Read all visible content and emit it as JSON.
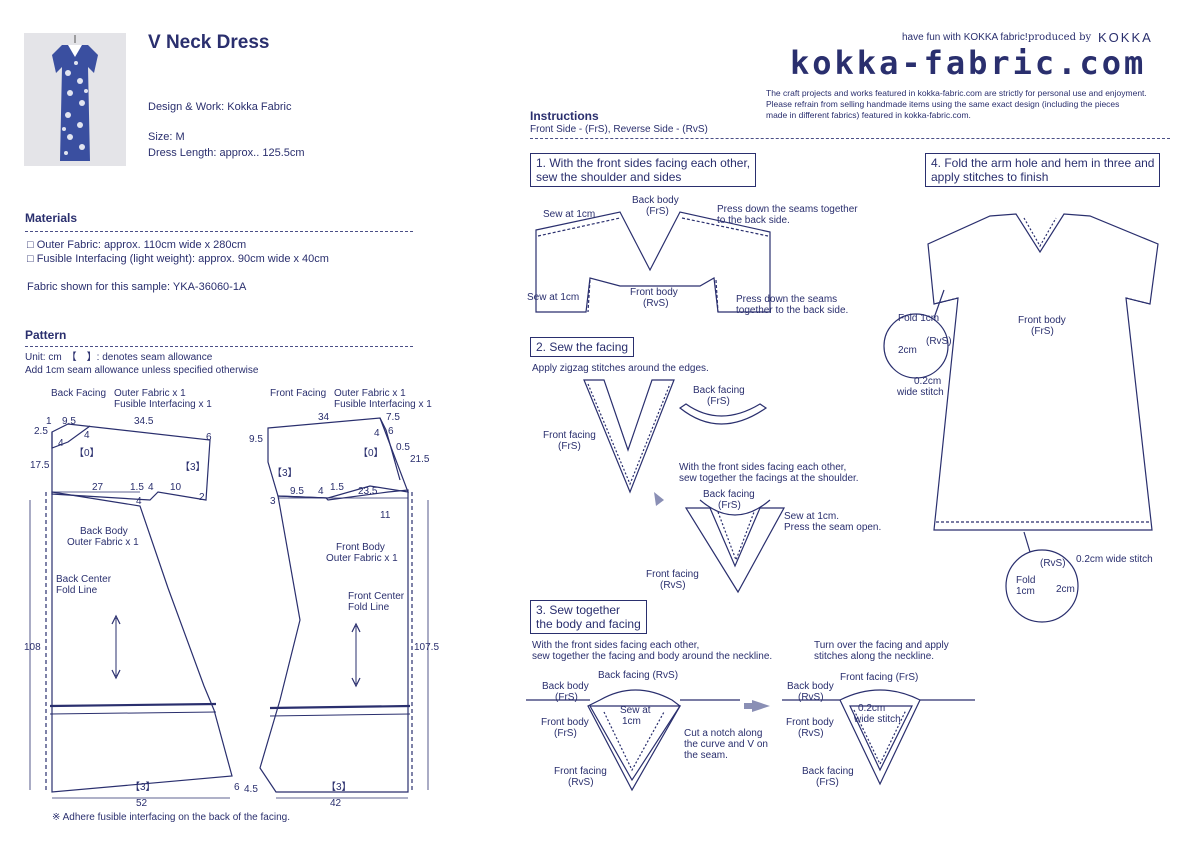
{
  "header": {
    "title": "V Neck Dress",
    "design_work": "Design & Work: Kokka Fabric",
    "size": "Size: M",
    "dress_length": "Dress Length: approx.. 125.5cm",
    "tagline": "have fun with KOKKA fabric!",
    "produced_by": "produced by",
    "brand": "KOKKA",
    "site_logo": "kokka-fabric.com",
    "notice_1": "The craft projects and works featured in kokka-fabric.com are strictly for personal use and enjoyment.",
    "notice_2": "Please refrain from selling handmade items using the same exact design (including the pieces",
    "notice_3": "made in different fabrics) featured in kokka-fabric.com."
  },
  "materials": {
    "heading": "Materials",
    "items": [
      "□ Outer Fabric: approx. 110cm wide x 280cm",
      "□ Fusible Interfacing (light weight): approx. 90cm wide x 40cm"
    ],
    "fabric_sample": "Fabric shown for this sample: YKA-36060-1A"
  },
  "pattern": {
    "heading": "Pattern",
    "unit_note": "Unit: cm　【　】: denotes seam allowance",
    "allowance_note": "Add 1cm seam allowance unless specified otherwise",
    "back_facing": "Back Facing",
    "back_facing_mat1": "Outer Fabric x 1",
    "back_facing_mat2": "Fusible Interfacing x 1",
    "front_facing": "Front Facing",
    "front_facing_mat1": "Outer Fabric x 1",
    "front_facing_mat2": "Fusible Interfacing x 1",
    "back_body": "Back Body",
    "back_body_mat": "Outer Fabric x 1",
    "back_center": "Back Center",
    "back_fold": "Fold Line",
    "front_body": "Front Body",
    "front_body_mat": "Outer Fabric x 1",
    "front_center": "Front Center",
    "front_fold": "Fold Line",
    "footnote": "※ Adhere fusible interfacing on the back of the facing.",
    "back_dims": {
      "d1": "1",
      "d9_5": "9.5",
      "d34_5": "34.5",
      "d2_5": "2.5",
      "d4a": "4",
      "d4b": "4",
      "d0": "【0】",
      "d6": "6",
      "d17_5": "17.5",
      "d3": "【3】",
      "d27": "27",
      "d1_5": "1.5",
      "d4c": "4",
      "d10": "10",
      "d4d": "4",
      "d2": "2",
      "d108": "108",
      "d3b": "【3】",
      "d52": "52",
      "d6b": "6"
    },
    "front_dims": {
      "d34": "34",
      "d7_5": "7.5",
      "d9_5a": "9.5",
      "d4a": "4",
      "d6": "6",
      "d0_5": "0.5",
      "d0": "【0】",
      "d21_5": "21.5",
      "d3": "【3】",
      "d3b": "3",
      "d9_5b": "9.5",
      "d4b": "4",
      "d1_5": "1.5",
      "d23_5": "23.5",
      "d11": "11",
      "d107_5": "107.5",
      "d4_5": "4.5",
      "d3c": "【3】",
      "d42": "42"
    }
  },
  "instructions": {
    "heading": "Instructions",
    "legend": "Front Side - (FrS), Reverse Side - (RvS)",
    "step1": {
      "title_1": "1. With the front sides facing each other,",
      "title_2": "sew the shoulder and sides",
      "back_body": "Back body",
      "frs": "(FrS)",
      "sew1": "Sew at 1cm",
      "press1_1": "Press down the seams together",
      "press1_2": "to the back side.",
      "sew2": "Sew at 1cm",
      "front_body": "Front body",
      "rvs": "(RvS)",
      "press2_1": "Press down the seams",
      "press2_2": "together to the back side."
    },
    "step2": {
      "title": "2. Sew the facing",
      "zigzag": "Apply zigzag stitches around the edges.",
      "back_facing": "Back facing",
      "back_frs": "(FrS)",
      "front_facing": "Front facing",
      "front_frs": "(FrS)",
      "note_1": "With the front sides facing each other,",
      "note_2": "sew together the facings at the shoulder.",
      "bf2": "Back facing",
      "bf2_frs": "(FrS)",
      "sew_1": "Sew at 1cm.",
      "sew_2": "Press the seam open.",
      "ff2": "Front facing",
      "ff2_rvs": "(RvS)"
    },
    "step3": {
      "title_1": "3. Sew together",
      "title_2": "the body and facing",
      "note_a1": "With the front sides facing each other,",
      "note_a2": "sew together the facing and body around the neckline.",
      "note_b1": "Turn over the facing and apply",
      "note_b2": "stitches along the neckline.",
      "bf_rvs": "Back facing (RvS)",
      "bb": "Back body",
      "bb_frs": "(FrS)",
      "sew": "Sew at",
      "sew2": "1cm",
      "fb": "Front body",
      "fb_frs": "(FrS)",
      "ff": "Front facing",
      "ff_rvs": "(RvS)",
      "notch_1": "Cut a notch along",
      "notch_2": "the curve and V on",
      "notch_3": "the seam.",
      "r_bb": "Back body",
      "r_bb_rvs": "(RvS)",
      "r_bf": "Front facing (FrS)",
      "r_fb": "Front body",
      "r_fb_rvs": "(RvS)",
      "r_wide": "0.2cm",
      "r_wide2": "wide stitch",
      "r_bf2": "Back facing",
      "r_bf2_frs": "(FrS)"
    },
    "step4": {
      "title_1": "4. Fold the arm hole and hem in three and",
      "title_2": "apply stitches to finish",
      "front_body": "Front body",
      "frs": "(FrS)",
      "fold1": "Fold 1cm",
      "rvs1": "(RvS)",
      "cm2": "2cm",
      "stitch1": "0.2cm",
      "stitch2": "wide stitch",
      "stitch3": "0.2cm wide stitch",
      "rvs2": "(RvS)",
      "fold2": "Fold",
      "fold2b": "1cm",
      "cm2b": "2cm"
    }
  },
  "colors": {
    "ink": "#2a2f6e",
    "arrow": "#8a8fb5"
  }
}
